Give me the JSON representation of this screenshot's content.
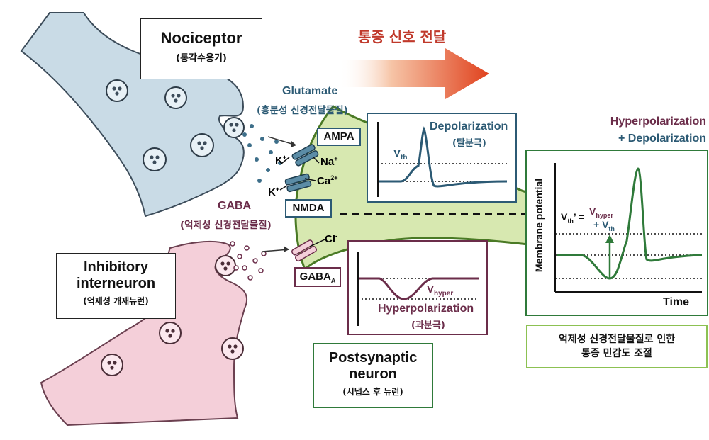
{
  "signal_title": "통증 신호 전달",
  "nociceptor": {
    "name": "Nociceptor",
    "korean": "(통각수용기)"
  },
  "glutamate": {
    "name": "Glutamate",
    "korean": "(흥분성 신경전달물질)"
  },
  "gaba": {
    "name": "GABA",
    "korean": "(억제성 신경전달물질)"
  },
  "receptors": {
    "ampa": "AMPA",
    "nmda": "NMDA",
    "gaba_a": {
      "main": "GABA",
      "sub": "A"
    }
  },
  "ions": {
    "k1": {
      "main": "K",
      "sup": "+"
    },
    "na": {
      "main": "Na",
      "sup": "+"
    },
    "k2": {
      "main": "K",
      "sup": "+"
    },
    "ca": {
      "main": "Ca",
      "sup": "2+"
    },
    "cl": {
      "main": "Cl",
      "sup": "-"
    }
  },
  "interneuron": {
    "line1": "Inhibitory",
    "line2": "interneuron",
    "korean": "(억제성 개재뉴런)"
  },
  "postsynaptic": {
    "line1": "Postsynaptic",
    "line2": "neuron",
    "korean": "(시냅스 후 뉴런)"
  },
  "depol_panel": {
    "title": "Depolarization",
    "korean": "(탈분극)",
    "vth": {
      "main": "V",
      "sub": "th"
    }
  },
  "hyper_panel": {
    "title": "Hyperpolarization",
    "korean": "(과분극)",
    "vhyper": {
      "main": "V",
      "sub": "hyper"
    }
  },
  "combined": {
    "title_line1": "Hyperpolarization",
    "title_line2": "+ Depolarization",
    "ylabel": "Membrane potential",
    "xlabel": "Time",
    "eq_lhs": {
      "main": "V",
      "sub": "th",
      "tail": "’ ="
    },
    "eq_v1": {
      "main": "V",
      "sub": "hyper"
    },
    "eq_v2": {
      "main": "+ V",
      "sub": "th"
    }
  },
  "conclusion": {
    "line1": "억제성 신경전달물질로 인한",
    "line2": "통증 민감도 조절"
  },
  "colors": {
    "nociceptor_fill": "#c9dbe6",
    "interneuron_fill": "#f4cfd9",
    "postsynaptic_fill": "#d7e8b0",
    "glutamate_blue": "#2c5a74",
    "gaba_purple": "#6b2d4a",
    "green_border": "#2f7a3a",
    "signal_red": "#c0392b"
  }
}
